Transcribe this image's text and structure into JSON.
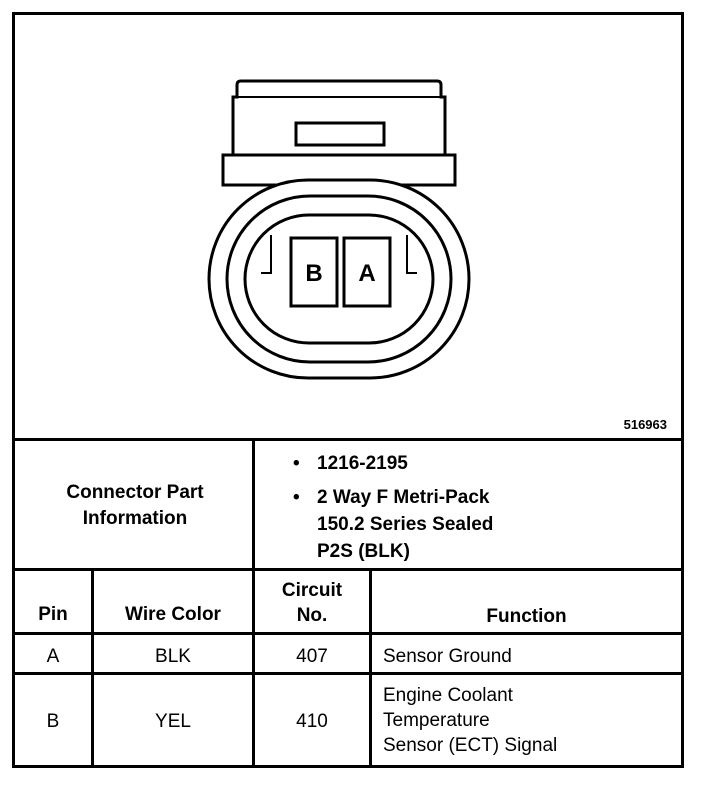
{
  "figure": {
    "id": "516963",
    "pins": {
      "left": "B",
      "right": "A"
    }
  },
  "connector": {
    "label_line1": "Connector Part",
    "label_line2": "Information",
    "info": [
      "1216-2195",
      "2 Way F Metri-Pack\n150.2 Series Sealed\nP2S (BLK)"
    ]
  },
  "table": {
    "headers": {
      "pin": "Pin",
      "wire_color": "Wire Color",
      "circuit_line1": "Circuit",
      "circuit_line2": "No.",
      "function": "Function"
    },
    "rows": [
      {
        "pin": "A",
        "wire_color": "BLK",
        "circuit": "407",
        "function": "Sensor Ground"
      },
      {
        "pin": "B",
        "wire_color": "YEL",
        "circuit": "410",
        "function": "Engine Coolant\nTemperature\nSensor (ECT) Signal"
      }
    ]
  }
}
